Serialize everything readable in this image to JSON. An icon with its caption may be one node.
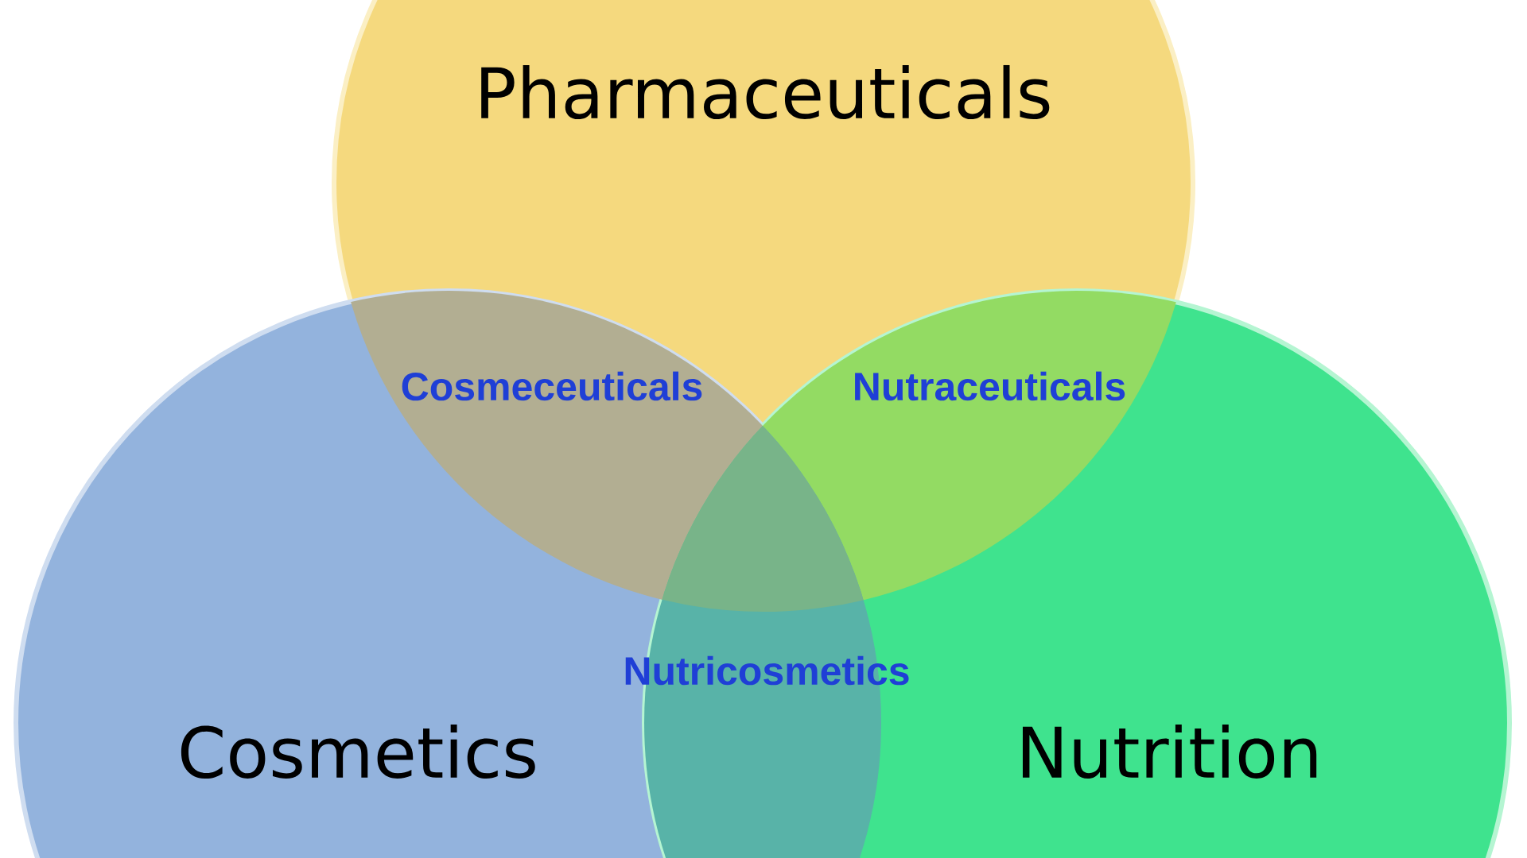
{
  "diagram": {
    "nodes": [
      {
        "text": [
          "Pharmaceuticals"
        ]
      },
      {
        "text": [
          "Cosmetics"
        ]
      },
      {
        "text": [
          "Nutrition"
        ]
      }
    ],
    "labels": [
      "Cosmeceuticals",
      "Nutraceuticals",
      "Nutricosmetics"
    ]
  }
}
